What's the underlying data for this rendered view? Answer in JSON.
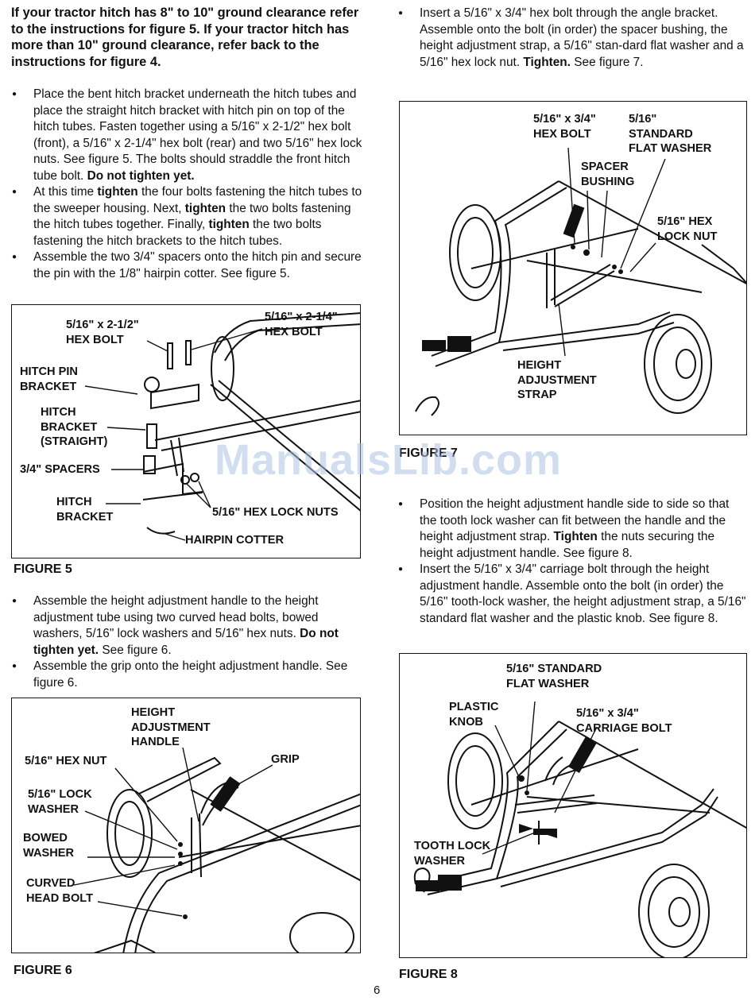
{
  "intro": "If your tractor hitch has 8\" to 10\" ground clearance refer to the instructions for figure 5. If your tractor hitch has more than 10\" ground clearance, refer back to the instructions for figure 4.",
  "left_bullets_1": {
    "b1": {
      "text": "Place the bent hitch bracket underneath the hitch tubes and place the straight hitch bracket with hitch pin on top of the hitch tubes. Fasten together using a 5/16\" x 2-1/2\" hex bolt (front), a 5/16\" x 2-1/4\" hex bolt (rear) and two 5/16\" hex lock nuts. See figure 5. The bolts should straddle the front hitch tube bolt. ",
      "bold": "Do not tighten yet."
    },
    "b2": {
      "t1": "At this time ",
      "b1": "tighten",
      "t2": " the four bolts fastening the hitch tubes to the sweeper housing. Next, ",
      "b2": "tighten",
      "t3": " the two bolts fastening the hitch tubes together. Finally, ",
      "b3": "tighten",
      "t4": " the two bolts fastening the hitch brackets to the hitch tubes."
    },
    "b3": {
      "text": "Assemble the two 3/4\" spacers onto the hitch pin and secure the pin with the 1/8\" hairpin cotter. See figure 5."
    }
  },
  "figure5": {
    "caption": "FIGURE 5",
    "labels": {
      "bolt_2_1_2": "5/16\" x 2-1/2\"\nHEX BOLT",
      "bolt_2_1_4": "5/16\" x 2-1/4\"\nHEX BOLT",
      "hitch_pin_bracket": "HITCH PIN\nBRACKET",
      "hitch_bracket_straight": "HITCH\nBRACKET\n(STRAIGHT)",
      "spacers": "3/4\" SPACERS",
      "hitch_bracket": "HITCH\nBRACKET",
      "lock_nuts": "5/16\" HEX LOCK NUTS",
      "hairpin_cotter": "HAIRPIN COTTER"
    }
  },
  "left_bullets_2": {
    "b1": {
      "text": "Assemble the height adjustment handle to the height adjustment tube  using two curved head bolts, bowed washers, 5/16\" lock washers and 5/16\" hex nuts. ",
      "bold": "Do not tighten yet.",
      "tail": " See figure 6."
    },
    "b2": {
      "text": "Assemble the grip onto the height adjustment handle. See figure 6."
    }
  },
  "figure6": {
    "caption": "FIGURE 6",
    "labels": {
      "handle": "HEIGHT\nADJUSTMENT\nHANDLE",
      "hex_nut": "5/16\" HEX NUT",
      "grip": "GRIP",
      "lock_washer": "5/16\" LOCK\nWASHER",
      "bowed_washer": "BOWED\nWASHER",
      "curved_head_bolt": "CURVED\nHEAD BOLT"
    }
  },
  "right_bullets_1": {
    "b1": {
      "text": "Insert a 5/16\" x 3/4\" hex bolt through the angle bracket. Assemble onto the bolt (in order) the spacer bushing, the height adjustment strap, a 5/16\" stan-dard flat washer and a 5/16\" hex lock nut. ",
      "bold": "Tighten.",
      "tail": " See figure 7."
    }
  },
  "figure7": {
    "caption": "FIGURE 7",
    "labels": {
      "hex_bolt": "5/16\" x 3/4\"\nHEX BOLT",
      "flat_washer": "5/16\"\nSTANDARD\nFLAT WASHER",
      "spacer_bushing": "SPACER\nBUSHING",
      "lock_nut": "5/16\" HEX\nLOCK NUT",
      "strap": "HEIGHT\nADJUSTMENT\nSTRAP"
    }
  },
  "right_bullets_2": {
    "b1": {
      "text": "Position the height adjustment handle side to side so that the tooth lock washer can fit between the handle and the height adjustment strap. ",
      "bold": "Tighten",
      "tail": " the nuts securing the height adjustment handle. See figure 8."
    },
    "b2": {
      "text": "Insert the 5/16\" x 3/4\" carriage bolt through the height adjustment handle. Assemble onto the bolt (in order) the 5/16\" tooth-lock washer, the height adjustment strap, a 5/16\" standard flat washer and the plastic knob. See figure 8."
    }
  },
  "figure8": {
    "caption": "FIGURE 8",
    "labels": {
      "flat_washer": "5/16\" STANDARD\nFLAT WASHER",
      "plastic_knob": "PLASTIC\nKNOB",
      "carriage_bolt": "5/16\" x 3/4\"\nCARRIAGE BOLT",
      "tooth_lock_washer": "TOOTH LOCK\nWASHER"
    }
  },
  "watermark": "ManualsLib.com",
  "page_number": "6"
}
